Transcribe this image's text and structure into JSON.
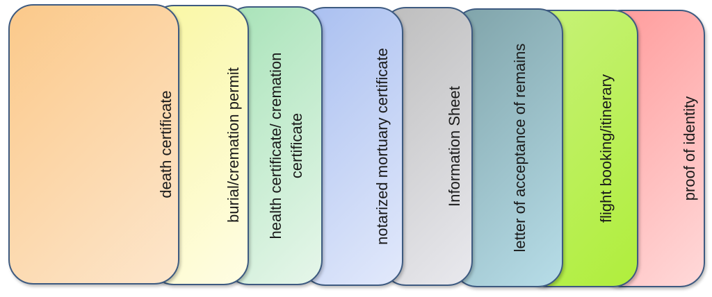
{
  "cards": [
    {
      "label": [
        "proof of identity"
      ],
      "color_from": "#ff9a9a",
      "color_to": "#ffd9d9"
    },
    {
      "label": [
        "flight booking/itinerary"
      ],
      "color_from": "#c7f27a",
      "color_to": "#b0ee3c"
    },
    {
      "label": [
        "letter of acceptance of remains"
      ],
      "color_from": "#7fa3a9",
      "color_to": "#b7dde8"
    },
    {
      "label": [
        "Information Sheet"
      ],
      "color_from": "#bdbdbd",
      "color_to": "#e9e9ee"
    },
    {
      "label": [
        "notarized mortuary certificate"
      ],
      "color_from": "#a9bff0",
      "color_to": "#e2e9fb"
    },
    {
      "label": [
        "health certificate/ cremation",
        "certificate"
      ],
      "color_from": "#a8e3b8",
      "color_to": "#e6f6ea"
    },
    {
      "label": [
        "burial/cremation permit"
      ],
      "color_from": "#f9f7a3",
      "color_to": "#fffde4"
    },
    {
      "label": [
        "death certificate"
      ],
      "color_from": "#fbc98a",
      "color_to": "#fde6cc"
    }
  ]
}
